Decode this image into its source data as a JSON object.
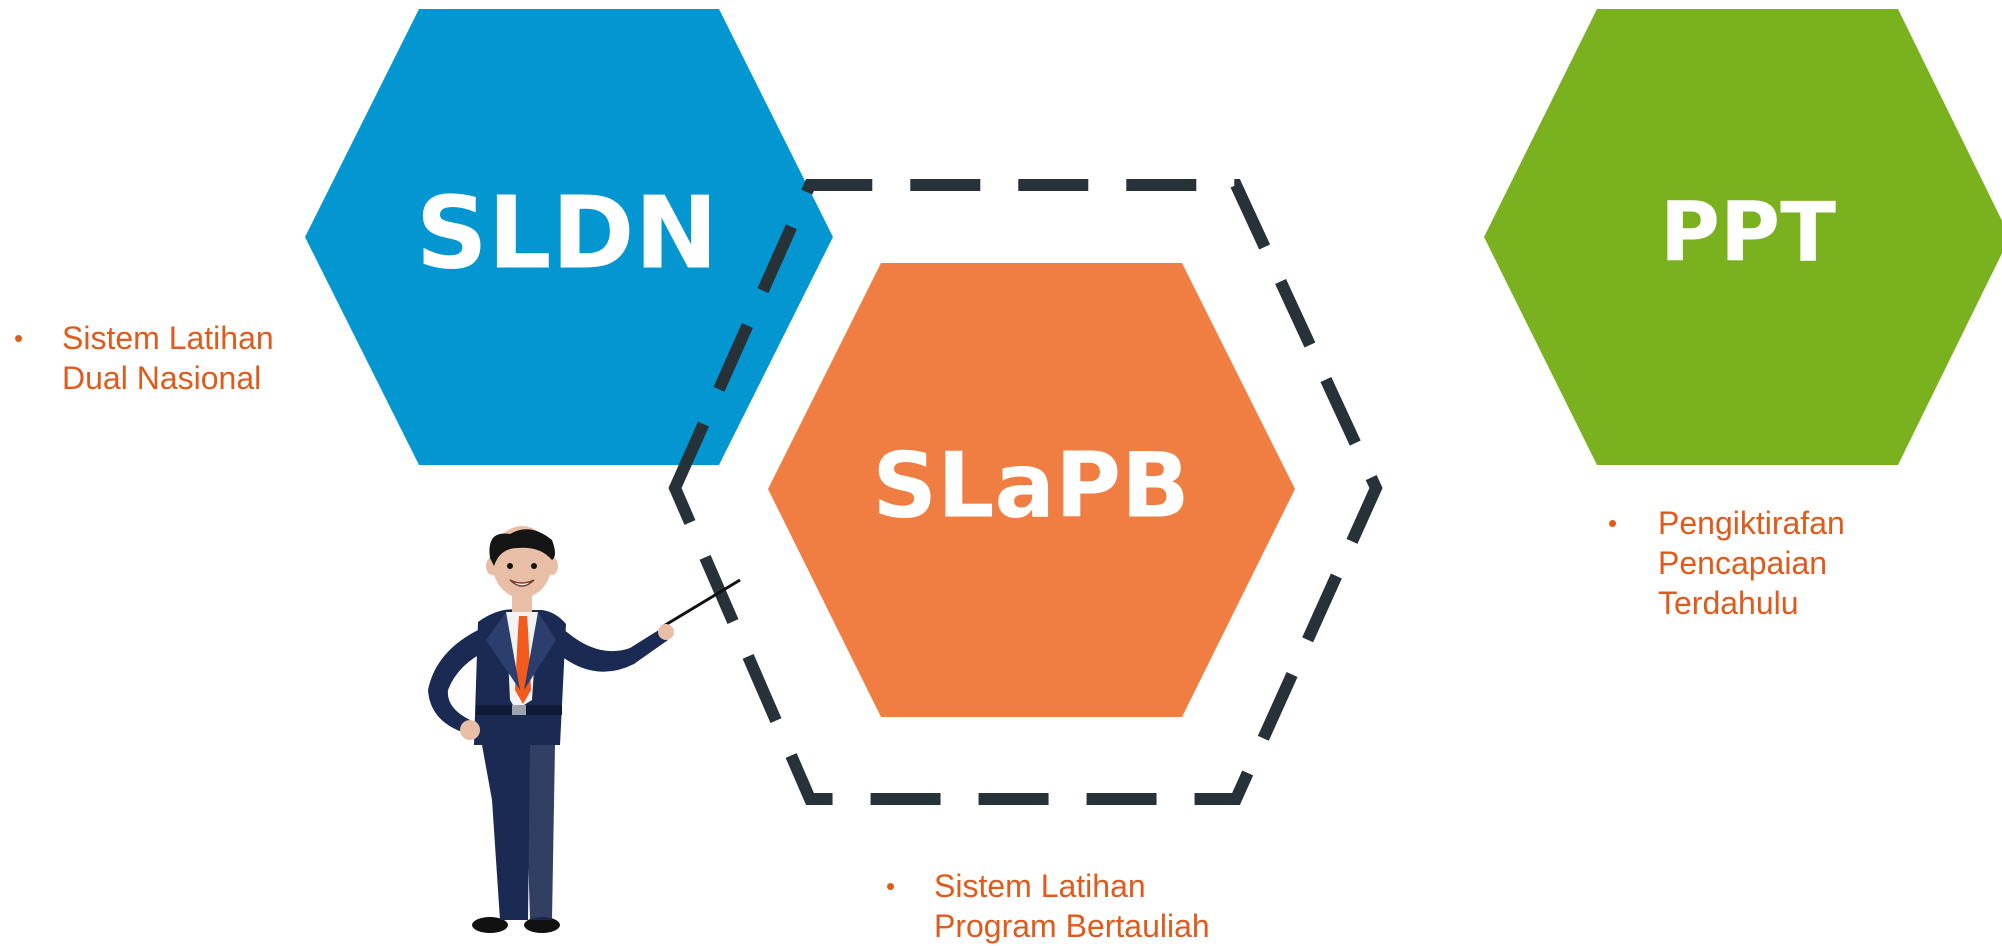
{
  "colors": {
    "sldn": "#0396D1",
    "slapb": "#F07E43",
    "ppt": "#7AB11F",
    "dashed_outline": "#263238",
    "bullet_text": "#E05A1C",
    "suit": "#1B2A52",
    "tie": "#F25A1E",
    "skin": "#E8BFA6",
    "hair": "#151515"
  },
  "hexagons": {
    "sldn": {
      "label": "SLDN"
    },
    "slapb": {
      "label": "SLaPB"
    },
    "ppt": {
      "label": "PPT"
    }
  },
  "bullets": {
    "sldn": {
      "marker": "•",
      "lines": [
        "Sistem Latihan",
        "Dual Nasional"
      ]
    },
    "slapb": {
      "marker": "•",
      "lines": [
        "Sistem Latihan",
        "Program Bertauliah"
      ]
    },
    "ppt": {
      "marker": "•",
      "lines": [
        "Pengiktirafan",
        "Pencapaian",
        "Terdahulu"
      ]
    }
  },
  "icons": {
    "presenter": "businessman-presenter-with-pointer-icon"
  }
}
